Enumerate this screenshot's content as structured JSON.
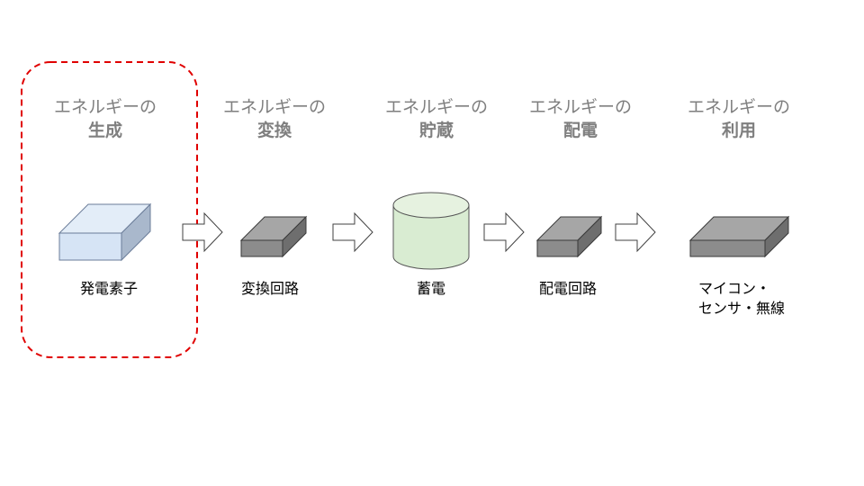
{
  "stages": [
    {
      "line1": "エネルギーの",
      "line2": "生成",
      "label": "発電素子"
    },
    {
      "line1": "エネルギーの",
      "line2": "変換",
      "label": "変換回路"
    },
    {
      "line1": "エネルギーの",
      "line2": "貯蔵",
      "label": "蓄電"
    },
    {
      "line1": "エネルギーの",
      "line2": "配電",
      "label": "配電回路"
    },
    {
      "line1": "エネルギーの",
      "line2": "利用",
      "label_line1": "マイコン・",
      "label_line2": "センサ・無線"
    }
  ],
  "colors": {
    "header_text": "#7f7f7f",
    "highlight_border": "#e00000",
    "generator_fill": "#d6e4f5",
    "circuit_fill": "#8c8c8c",
    "battery_fill": "#d9ecd2"
  }
}
